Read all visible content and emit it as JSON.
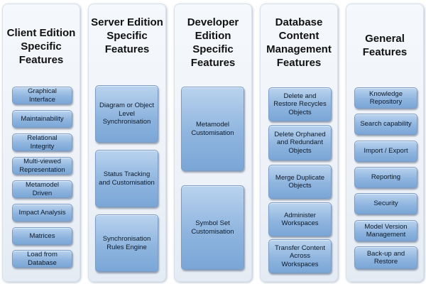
{
  "columns": [
    {
      "title": "Client Edition Specific Features",
      "items": [
        "Graphical Interface",
        "Maintainability",
        "Relational Integrity",
        "Multi-viewed Representation",
        "Metamodel Driven",
        "Impact Analysis",
        "Matrices",
        "Load from Database"
      ]
    },
    {
      "title": "Server Edition Specific Features",
      "items": [
        "Diagram or Object Level Synchronisation",
        "Status Tracking and Customisation",
        "Synchronisation Rules Engine"
      ]
    },
    {
      "title": "Developer Edition Specific Features",
      "items": [
        "Metamodel Customisation",
        "Symbol Set Customisation"
      ]
    },
    {
      "title": "Database Content Management Features",
      "items": [
        "Delete and Restore Recycles Objects",
        "Delete Orphaned and Redundant Objects",
        "Merge Duplicate Objects",
        "Administer Workspaces",
        "Transfer Content Across Workspaces"
      ]
    },
    {
      "title": "General Features",
      "items": [
        "Knowledge Repository",
        "Search capability",
        "Import / Export",
        "Reporting",
        "Security",
        "Model Version Management",
        "Back-up and Restore"
      ]
    }
  ],
  "colors": {
    "box_fill": "#8fb5df",
    "panel_fill": "#eef2f8"
  }
}
